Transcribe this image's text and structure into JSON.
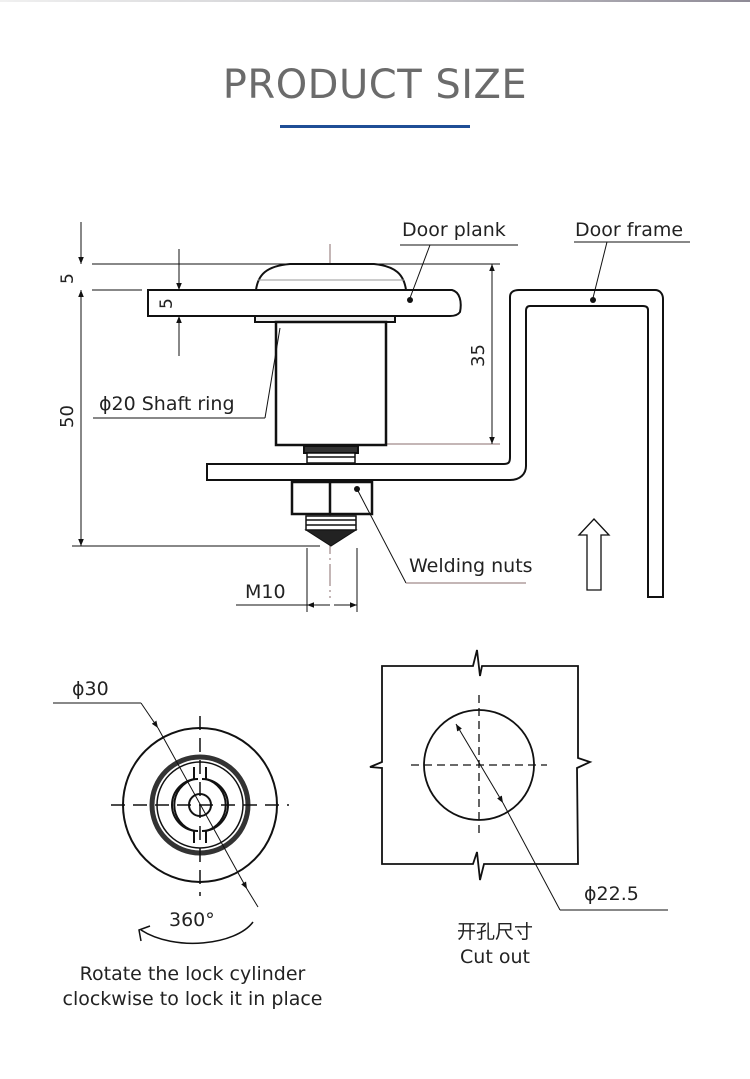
{
  "header": {
    "title": "PRODUCT SIZE",
    "accent_color": "#1f4e96",
    "title_color": "#6b6b6b"
  },
  "side_view": {
    "labels": {
      "door_plank": "Door plank",
      "door_frame": "Door frame",
      "shaft_ring": "ϕ20 Shaft ring",
      "welding_nuts": "Welding nuts"
    },
    "dimensions": {
      "head_height": "5",
      "plank_thickness": "5",
      "height_35": "35",
      "total_length": "50",
      "thread": "M10"
    },
    "arrow_icon": "up-arrow-icon"
  },
  "front_view": {
    "diameter": "ϕ30",
    "rotation": "360°",
    "caption_line1": "Rotate the lock cylinder",
    "caption_line2": "clockwise to lock it in place"
  },
  "cutout_view": {
    "diameter": "ϕ22.5",
    "caption_cn": "开孔尺寸",
    "caption_en": "Cut out"
  }
}
